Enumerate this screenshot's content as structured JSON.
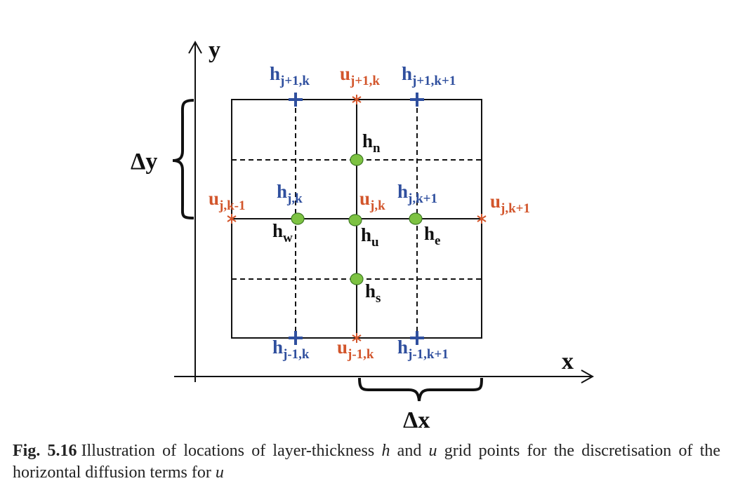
{
  "axes": {
    "x_label": "x",
    "y_label": "y",
    "dx_label": "Δx",
    "dy_label": "Δy"
  },
  "points": {
    "h_top_left": {
      "main": "h",
      "sub": "j+1,k"
    },
    "u_top": {
      "main": "u",
      "sub": "j+1,k"
    },
    "h_top_right": {
      "main": "h",
      "sub": "j+1,k+1"
    },
    "h_center_left": {
      "main": "h",
      "sub": "j,k"
    },
    "u_center": {
      "main": "u",
      "sub": "j,k"
    },
    "h_center_right": {
      "main": "h",
      "sub": "j,k+1"
    },
    "u_left": {
      "main": "u",
      "sub": "j,k-1"
    },
    "u_right": {
      "main": "u",
      "sub": "j,k+1"
    },
    "h_bottom_left": {
      "main": "h",
      "sub": "j-1,k"
    },
    "u_bottom": {
      "main": "u",
      "sub": "j-1,k"
    },
    "h_bottom_right": {
      "main": "h",
      "sub": "j-1,k+1"
    }
  },
  "interp_points": {
    "hn": {
      "main": "h",
      "sub": "n"
    },
    "hs": {
      "main": "h",
      "sub": "s"
    },
    "hw": {
      "main": "h",
      "sub": "w"
    },
    "he": {
      "main": "h",
      "sub": "e"
    },
    "hu": {
      "main": "h",
      "sub": "u"
    }
  },
  "colors": {
    "h_points": "#2f4f9e",
    "u_points": "#d2552b",
    "interp_points": "#7dc242",
    "lines": "#111111"
  },
  "caption": {
    "fig_label": "Fig. 5.16",
    "text_1": "Illustration of locations of layer-thickness ",
    "var_h": "h",
    "text_2": " and ",
    "var_u": "u",
    "text_3": " grid points for the discretisation of the horizontal diffusion terms for ",
    "var_u2": "u"
  }
}
